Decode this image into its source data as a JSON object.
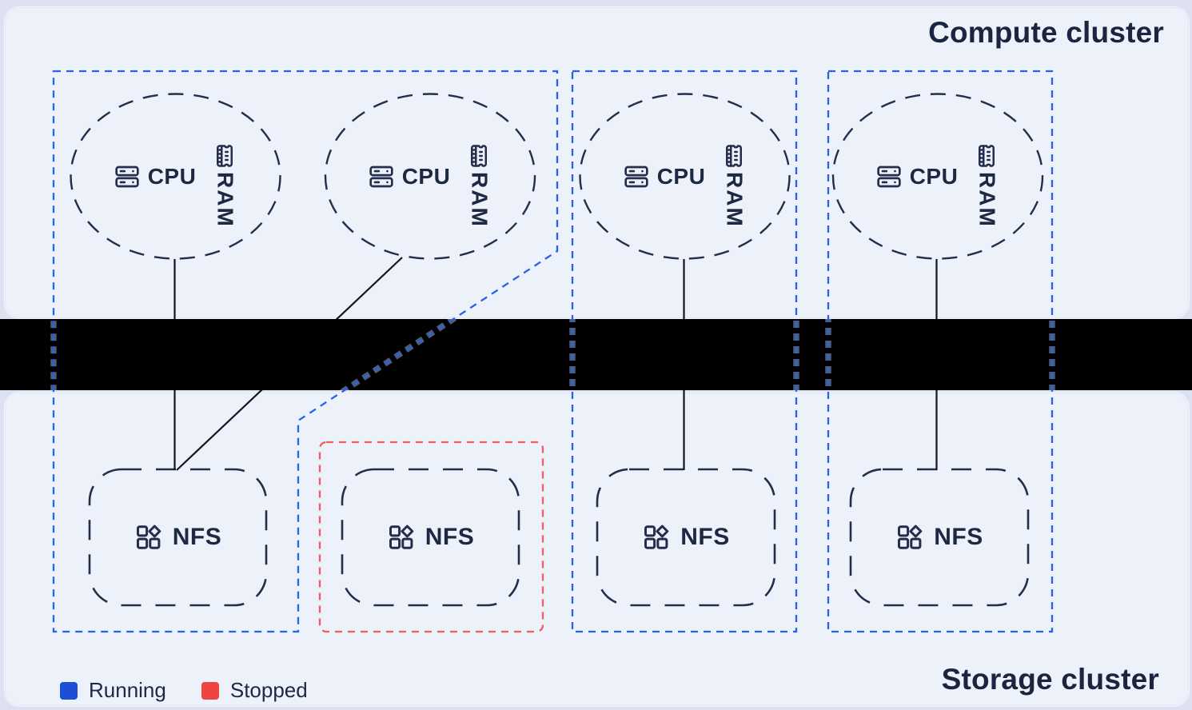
{
  "titles": {
    "compute_cluster": "Compute cluster",
    "storage_cluster": "Storage cluster"
  },
  "compute_nodes": [
    {
      "id": "compute-node-1",
      "cpu_label": "CPU",
      "ram_label": "RAM",
      "group": "running-group-1"
    },
    {
      "id": "compute-node-2",
      "cpu_label": "CPU",
      "ram_label": "RAM",
      "group": "running-group-1"
    },
    {
      "id": "compute-node-3",
      "cpu_label": "CPU",
      "ram_label": "RAM",
      "group": "running-group-2"
    },
    {
      "id": "compute-node-4",
      "cpu_label": "CPU",
      "ram_label": "RAM",
      "group": "running-group-3"
    }
  ],
  "storage_nodes": [
    {
      "id": "storage-node-1",
      "label": "NFS",
      "status": "running",
      "group": "running-group-1"
    },
    {
      "id": "storage-node-2",
      "label": "NFS",
      "status": "stopped",
      "group": "stopped-group-1"
    },
    {
      "id": "storage-node-3",
      "label": "NFS",
      "status": "running",
      "group": "running-group-2"
    },
    {
      "id": "storage-node-4",
      "label": "NFS",
      "status": "running",
      "group": "running-group-3"
    }
  ],
  "connections": [
    {
      "from": "compute-node-1",
      "to": "storage-node-1"
    },
    {
      "from": "compute-node-2",
      "to": "storage-node-1"
    },
    {
      "from": "compute-node-3",
      "to": "storage-node-3"
    },
    {
      "from": "compute-node-4",
      "to": "storage-node-4"
    }
  ],
  "legend": {
    "running": {
      "label": "Running",
      "color": "#1d4ed8"
    },
    "stopped": {
      "label": "Stopped",
      "color": "#ef4444"
    }
  },
  "colors": {
    "running_group_border": "#2563eb",
    "stopped_group_border": "#ef4444",
    "node_outline": "#242e4c",
    "connection_line": "#111622",
    "panel_background": "#edf1fa",
    "redaction_bar": "#000000",
    "title_text": "#1b2540"
  }
}
